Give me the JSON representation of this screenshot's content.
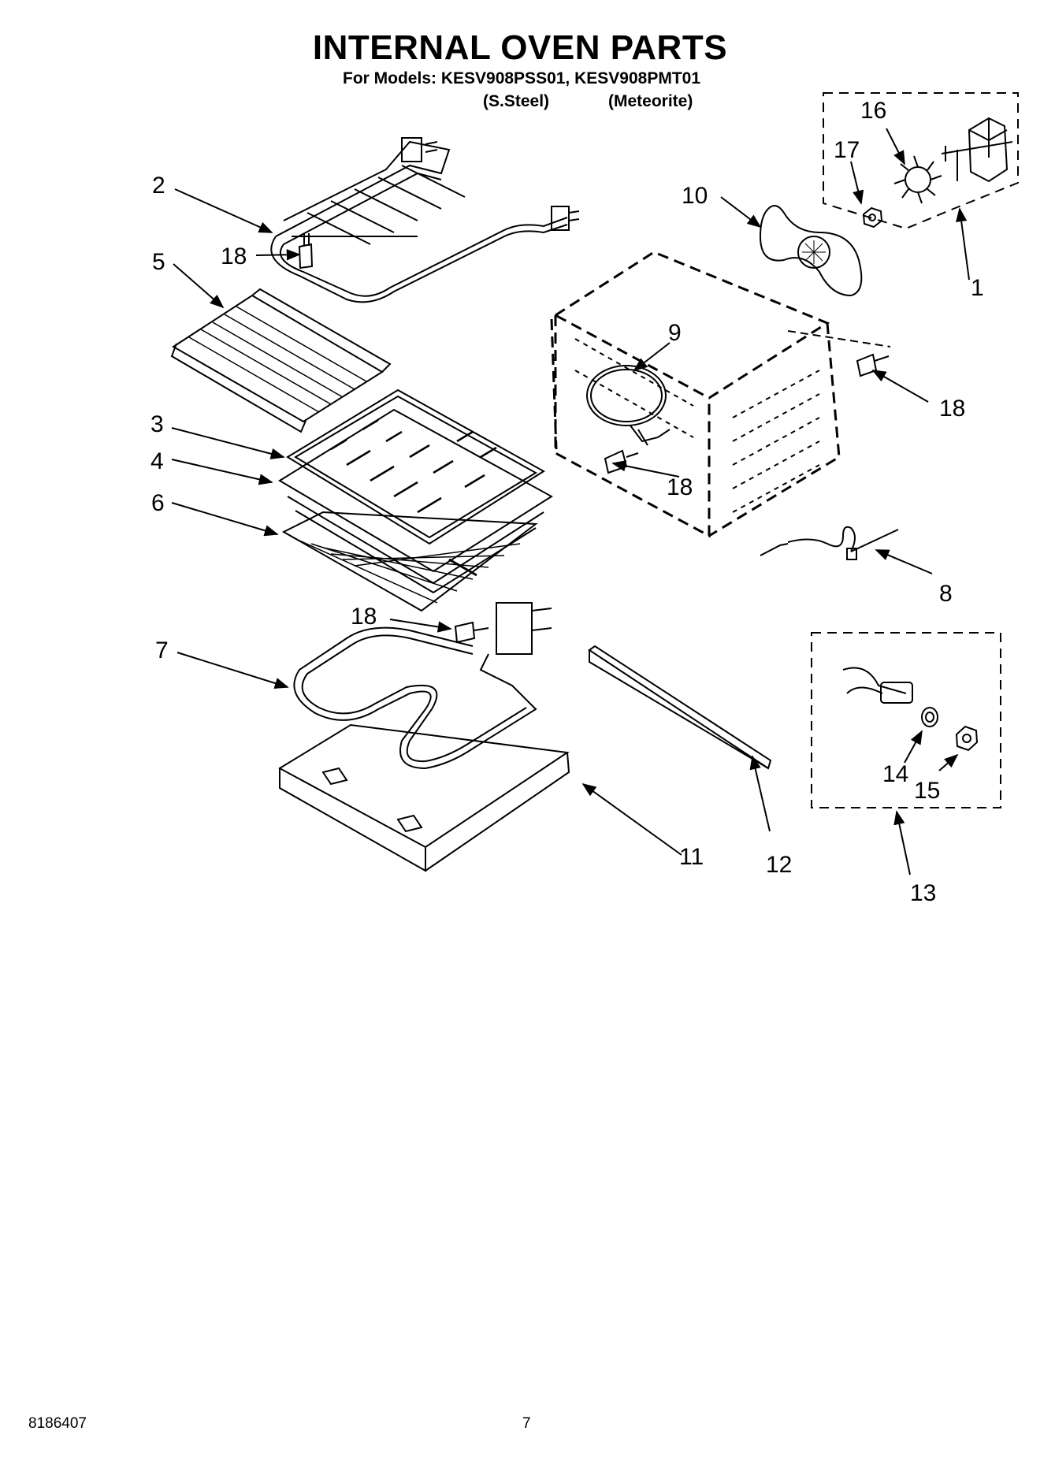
{
  "header": {
    "title": "INTERNAL OVEN PARTS",
    "models_line": "For Models: KESV908PSS01, KESV908PMT01",
    "variant_1": "(S.Steel)",
    "variant_2": "(Meteorite)"
  },
  "callouts": [
    "1",
    "2",
    "3",
    "4",
    "5",
    "6",
    "7",
    "8",
    "9",
    "10",
    "11",
    "12",
    "13",
    "14",
    "15",
    "16",
    "17",
    "18"
  ],
  "callout_labels": {
    "c1": "1",
    "c2": "2",
    "c3": "3",
    "c4": "4",
    "c5": "5",
    "c6": "6",
    "c7": "7",
    "c8": "8",
    "c9": "9",
    "c10": "10",
    "c11": "11",
    "c12": "12",
    "c13": "13",
    "c14": "14",
    "c15": "15",
    "c16": "16",
    "c17": "17",
    "c18a": "18",
    "c18b": "18",
    "c18c": "18",
    "c18d": "18"
  },
  "footer": {
    "doc_number": "8186407",
    "page_number": "7"
  }
}
